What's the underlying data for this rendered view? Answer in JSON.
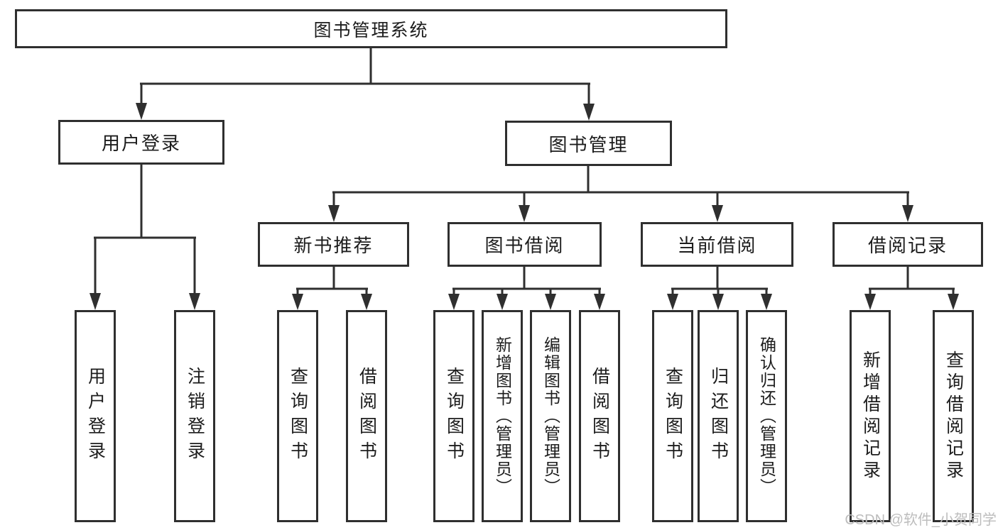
{
  "diagram_title": "图书管理系统",
  "colors": {
    "line": "#2f2f2f",
    "text": "#1c1c1c",
    "watermark": "#bdbdbd",
    "background": "#ffffff"
  },
  "tree": {
    "label": "图书管理系统",
    "children": [
      {
        "label": "用户登录",
        "children": [
          {
            "label": "用户登录"
          },
          {
            "label": "注销登录"
          }
        ]
      },
      {
        "label": "图书管理",
        "children": [
          {
            "label": "新书推荐",
            "children": [
              {
                "label": "查询图书"
              },
              {
                "label": "借阅图书"
              }
            ]
          },
          {
            "label": "图书借阅",
            "children": [
              {
                "label": "查询图书"
              },
              {
                "label": "新增图书（管理员）"
              },
              {
                "label": "编辑图书（管理员）"
              },
              {
                "label": "借阅图书"
              }
            ]
          },
          {
            "label": "当前借阅",
            "children": [
              {
                "label": "查询图书"
              },
              {
                "label": "归还图书"
              },
              {
                "label": "确认归还（管理员）"
              }
            ]
          },
          {
            "label": "借阅记录",
            "children": [
              {
                "label": "新增借阅记录"
              },
              {
                "label": "查询借阅记录"
              }
            ]
          }
        ]
      }
    ]
  },
  "watermark": {
    "text": "CSDN @软件_小贺同学"
  }
}
